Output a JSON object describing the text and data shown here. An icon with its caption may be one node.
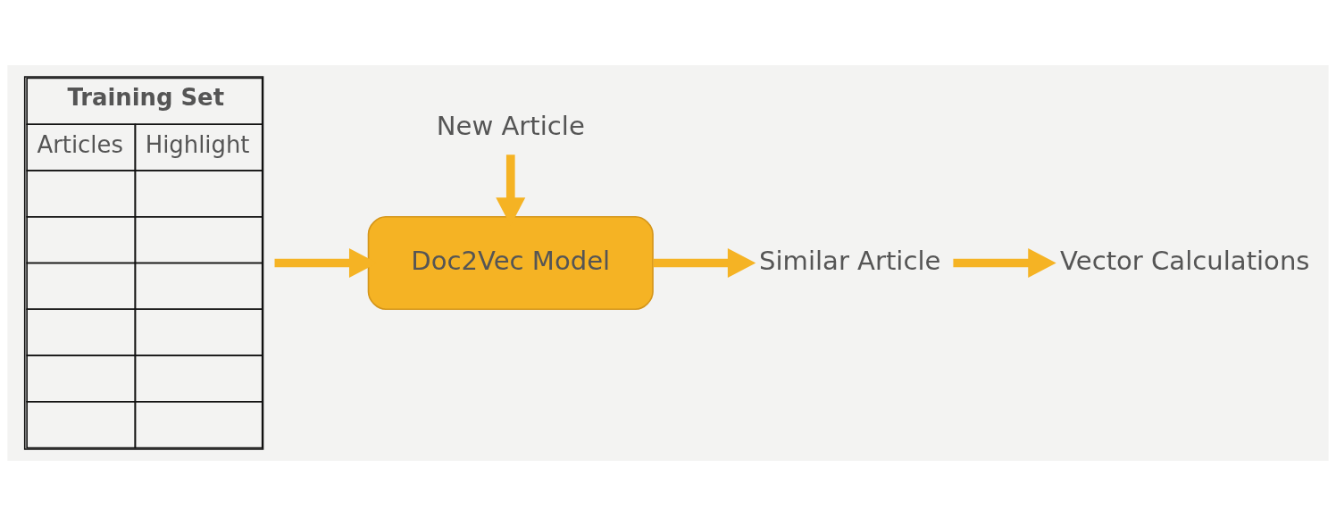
{
  "diagram": {
    "nodes": [
      {
        "text": [
          "Training Set",
          "Articles",
          "Highlight"
        ]
      },
      {
        "text": [
          "New Article"
        ]
      },
      {
        "text": [
          "Doc2Vec Model"
        ]
      },
      {
        "text": [
          "Vector Calculations"
        ]
      },
      {
        "text": [
          "Similar Article"
        ]
      }
    ],
    "edges": [
      {
        "from": 0,
        "to": 2,
        "arrow": "to"
      },
      {
        "from": 1,
        "to": 2,
        "arrow": "to"
      },
      {
        "from": 4,
        "to": 3,
        "arrow": "to"
      },
      {
        "from": 2,
        "to": 4,
        "arrow": "to"
      }
    ]
  }
}
